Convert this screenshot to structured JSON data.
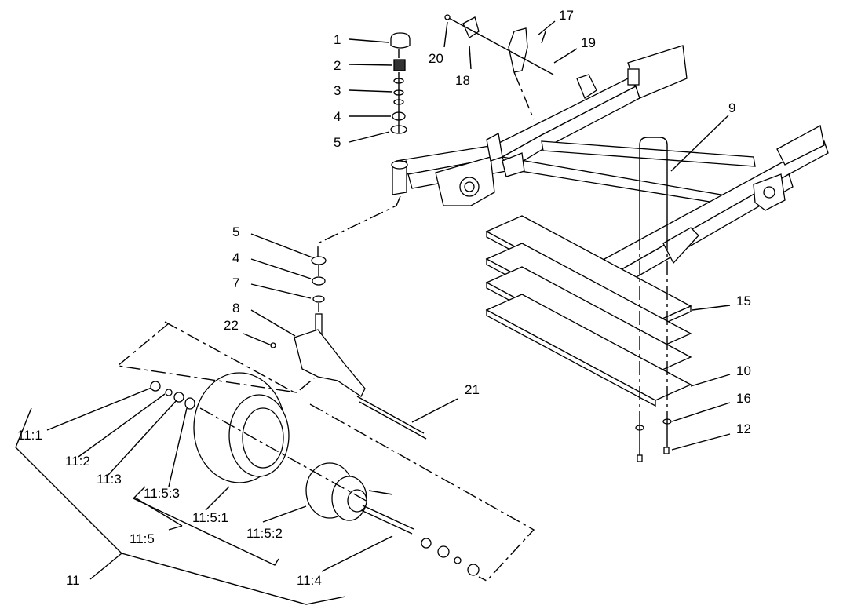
{
  "diagram": {
    "callouts": {
      "c1": "1",
      "c2": "2",
      "c3": "3",
      "c4a": "4",
      "c5a": "5",
      "c17": "17",
      "c18": "18",
      "c19": "19",
      "c20": "20",
      "c9": "9",
      "c5b": "5",
      "c4b": "4",
      "c7": "7",
      "c8": "8",
      "c22": "22",
      "c15": "15",
      "c10": "10",
      "c16": "16",
      "c12": "12",
      "c21": "21",
      "c11_1": "11:1",
      "c11_2": "11:2",
      "c11_3": "11:3",
      "c11_5_3": "11:5:3",
      "c11_5_1": "11:5:1",
      "c11_5_2": "11:5:2",
      "c11_5": "11:5",
      "c11_4": "11:4",
      "c11": "11"
    }
  }
}
